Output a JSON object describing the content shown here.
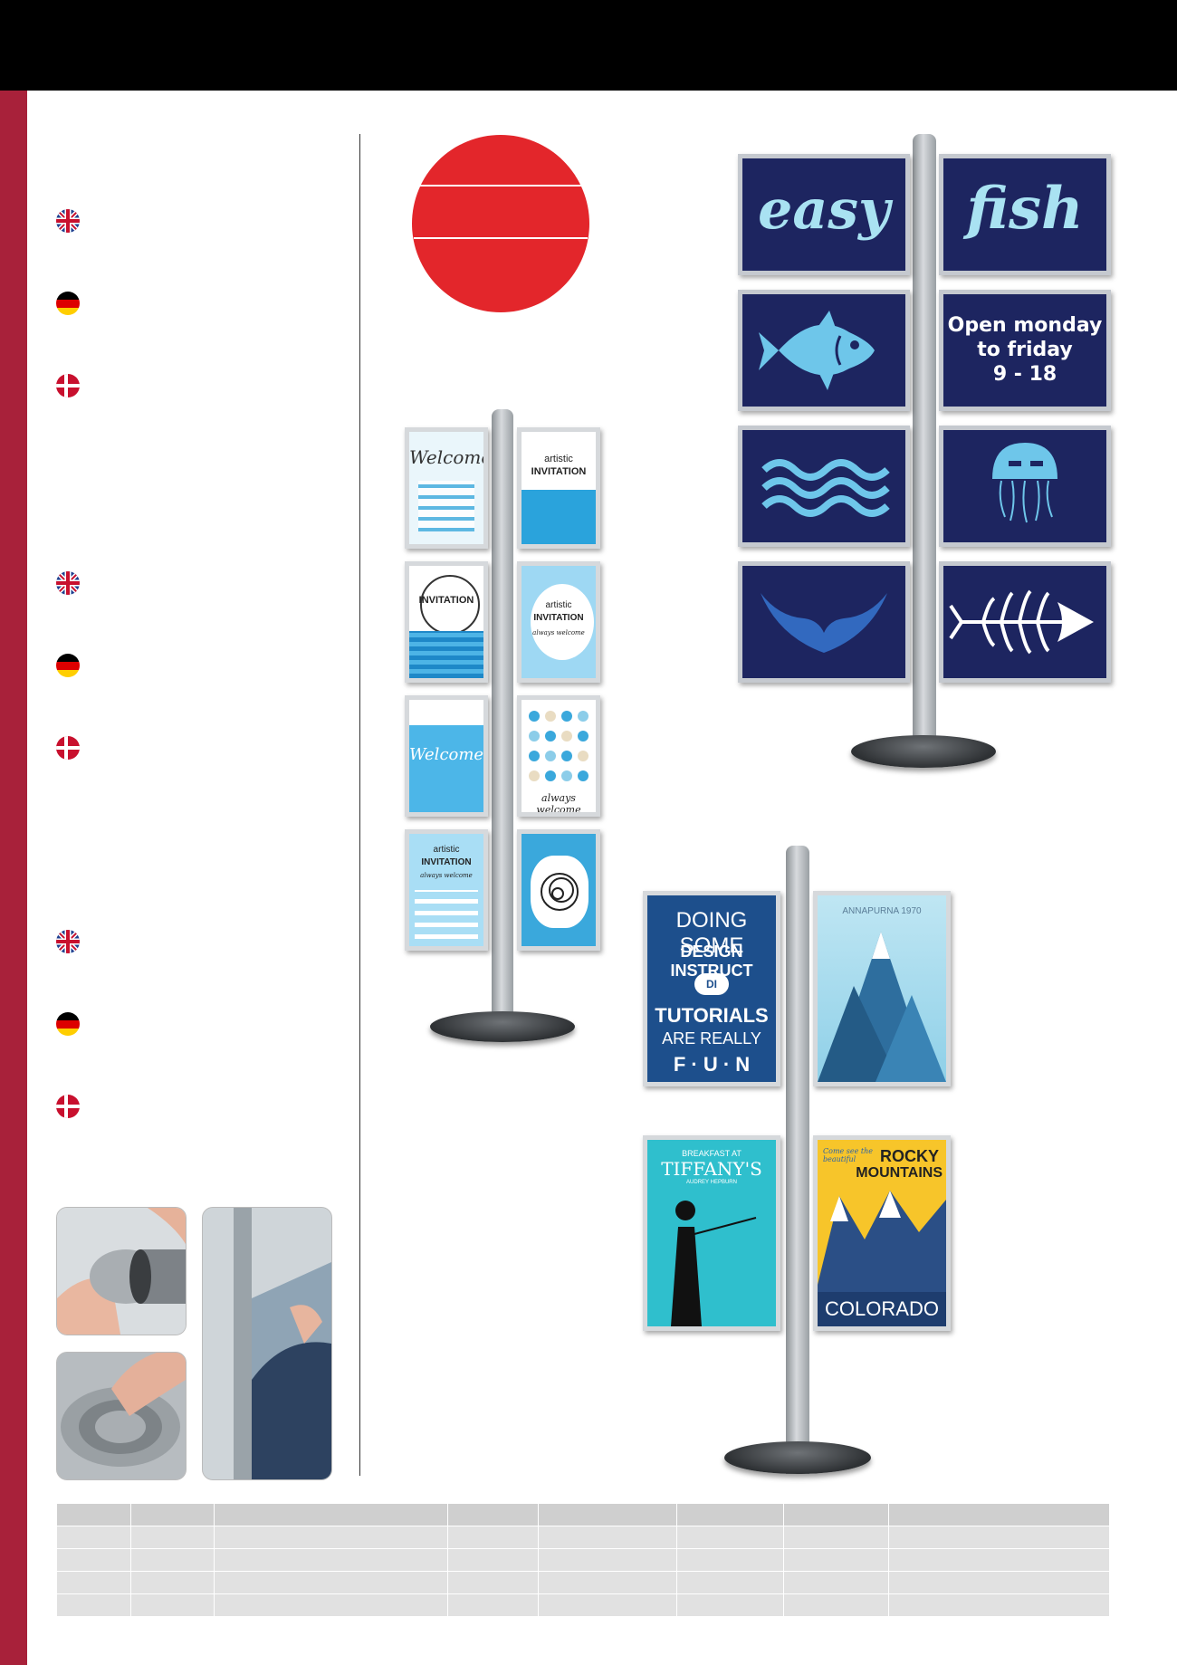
{
  "colors": {
    "header": "#000000",
    "sidebar": "#a8213a",
    "badge": "#e3262b",
    "panel_navy": "#1d2560",
    "panel_text": "#a9e2f2"
  },
  "flags": [
    "uk-flag-icon",
    "german-flag-icon",
    "danish-flag-icon"
  ],
  "stand_fish": {
    "easy": "easy",
    "fish": "fish",
    "hours": [
      "Open monday",
      "to friday",
      "9 - 18"
    ]
  },
  "stand_invites": {
    "welcome": "Welcome",
    "artistic": "artistic",
    "invitation": "INVITATION",
    "always": "always welcome"
  },
  "stand_posters": {
    "doing_some": "DOING SOME",
    "design_instruct": "DESIGN INSTRUCT",
    "di": "DI",
    "tutorials": "TUTORIALS",
    "are_really": "ARE REALLY",
    "fun": "F · U · N",
    "annapurna": "ANNAPURNA 1970",
    "breakfast_at": "BREAKFAST AT",
    "tiffanys": "TIFFANY'S",
    "audrey": "AUDREY HEPBURN",
    "rocky": "ROCKY",
    "mountains": "MOUNTAINS",
    "come_see": "Come see the beautiful",
    "colorado": "COLORADO"
  },
  "spec_table": {
    "rows": 5,
    "columns": 8
  }
}
